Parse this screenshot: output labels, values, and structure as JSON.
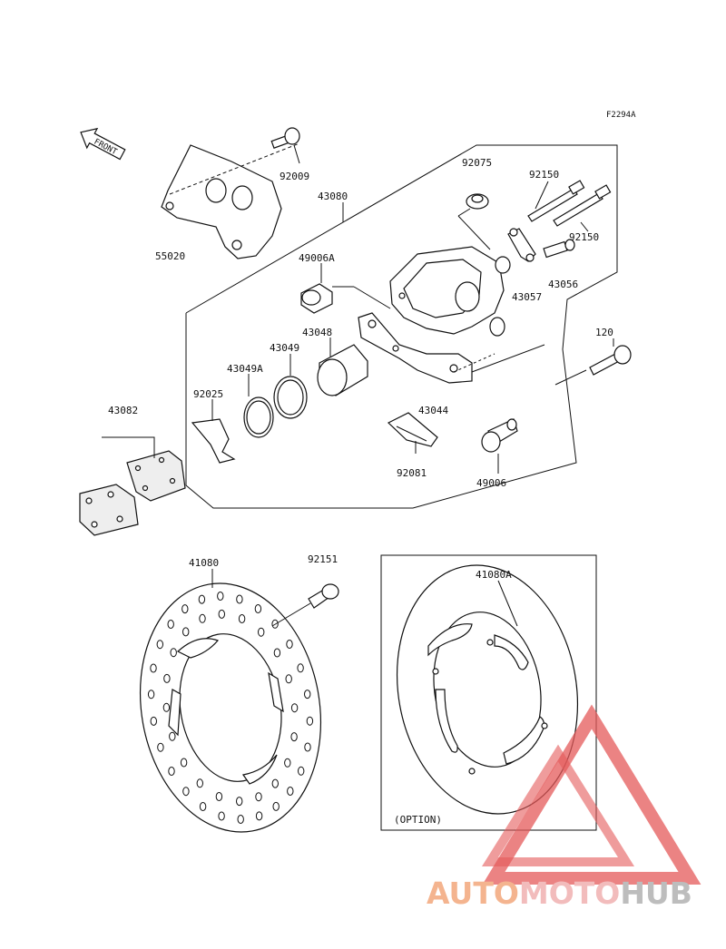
{
  "figure_code": "F2294A",
  "front_label": "FRONT",
  "option_label": "(OPTION)",
  "watermark": {
    "part1": "AUTO",
    "part2": "MOTO",
    "part3": "HUB",
    "colors": {
      "auto": "#f4b48f",
      "moto": "#f2bcbc",
      "hub": "#bdbdbd",
      "triangle": "#e45a5a"
    }
  },
  "parts": {
    "p92009": "92009",
    "p55020": "55020",
    "p43080": "43080",
    "p92075": "92075",
    "p92150a": "92150",
    "p92150b": "92150",
    "p49006A": "49006A",
    "p43056": "43056",
    "p43057": "43057",
    "p43048": "43048",
    "p43049": "43049",
    "p43049A": "43049A",
    "p92025": "92025",
    "p120": "120",
    "p43082": "43082",
    "p43044": "43044",
    "p92081": "92081",
    "p49006": "49006",
    "p41080": "41080",
    "p92151": "92151",
    "p41080A": "41080A"
  }
}
